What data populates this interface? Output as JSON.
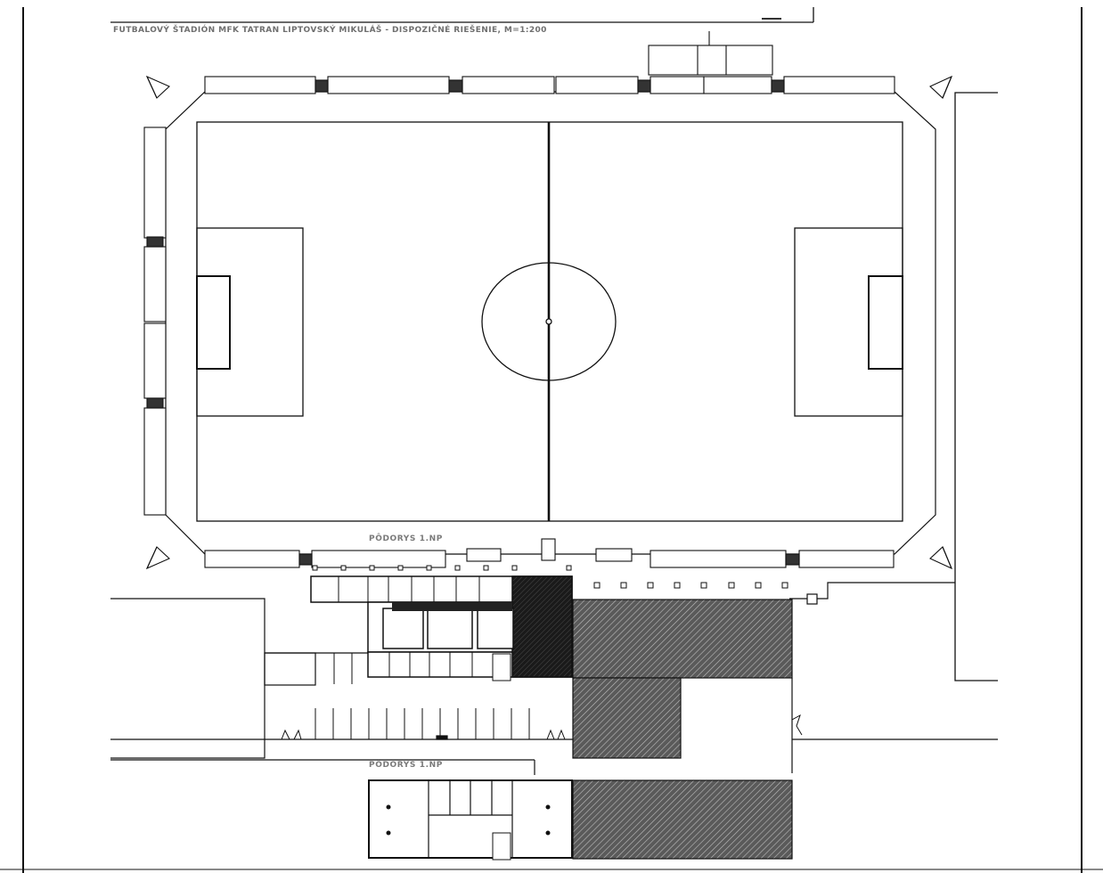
{
  "drawing": {
    "title": "FUTBALOVÝ ŠTADIÓN MFK TATRAN LIPTOVSKÝ MIKULÁŠ - DISPOZIČNÉ RIEŠENIE, M=1:200",
    "ground_floor_label": "PÔDORYS 1.NP",
    "second_floor_label": "PÔDORYS 1.NP"
  },
  "colors": {
    "line": "#111111",
    "hatch": "#3a3a3a",
    "text": "#6f6f6f"
  }
}
